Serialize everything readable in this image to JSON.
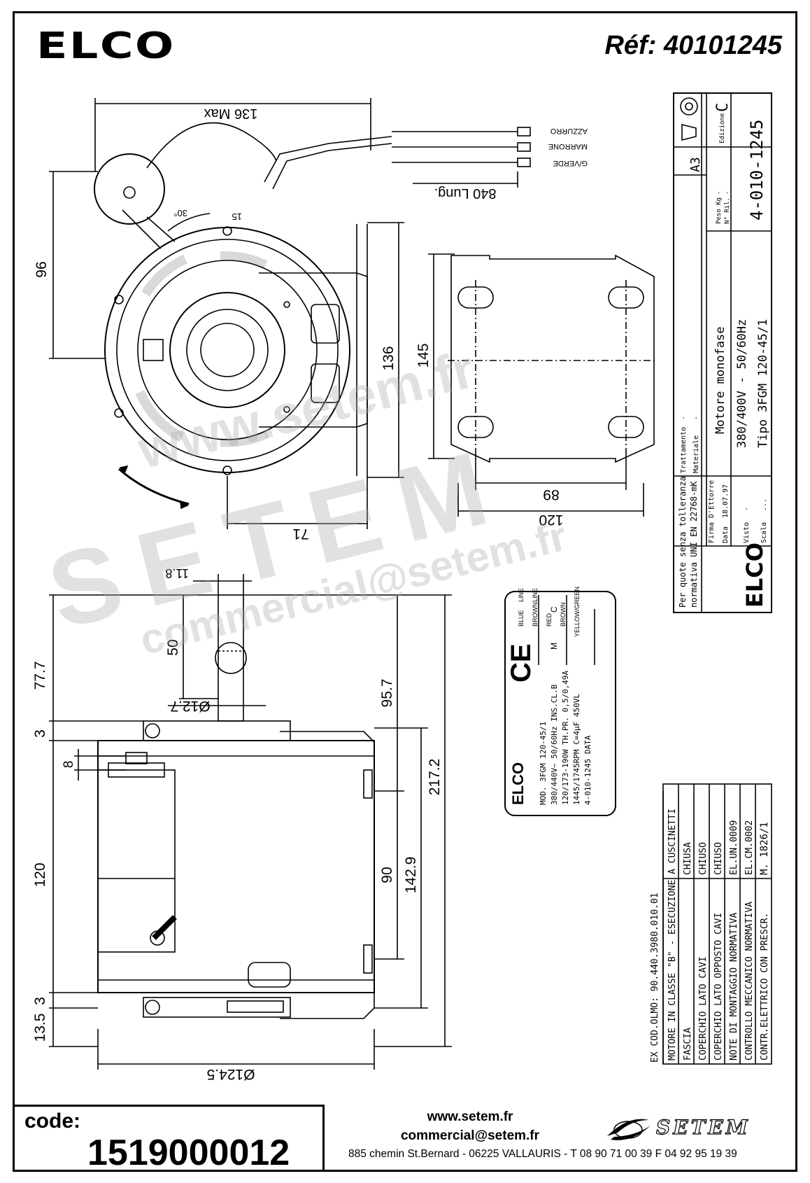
{
  "header": {
    "brand": "ELCO",
    "reference": "Réf: 40101245"
  },
  "drawing": {
    "top_view": {
      "dims": {
        "width_max": "136 Max",
        "cable_length": "840 Lung.",
        "height_left": "96",
        "height_mid": "136",
        "bracket_height": "145",
        "base_width": "71",
        "hole_spacing": "89",
        "bracket_width": "120",
        "angle": "30°",
        "offset": "15"
      },
      "wires": [
        "AZZURRO",
        "MARRONE",
        "G/VERDE"
      ]
    },
    "side_view": {
      "dims": {
        "shaft_len": "11.8",
        "flat_len": "50",
        "shaft_diam": "Ø12.7",
        "top_height": "77.7",
        "height_95": "95.7",
        "total_height": "217.2",
        "gap_top": "3",
        "gap_8": "8",
        "body": "120",
        "mount": "90",
        "body_height": "142.9",
        "gap_bottom": "3",
        "bottom": "13.5",
        "diameter": "Ø124.5"
      }
    },
    "label_plate": {
      "brand": "ELCO",
      "mark": "CE",
      "lines": [
        "MOD. 3FGM 120-45/1",
        "380/440V~  50/60Hz   INS.CL.B",
        "120/173-190W  TH.PR. 0,5/0,49A",
        "1445/1745RPM    C=4μF   450VL",
        "4-010-1245              DATA"
      ],
      "wiring": [
        "BLUE",
        "LINE",
        "BROWN",
        "LINE",
        "RED",
        "BROWN",
        "YELLOW/GREEN",
        "M",
        "C"
      ]
    },
    "title_block": {
      "tolerance_note": "Per quote senza tolleranza",
      "norm": "normativa UNI EN 22768-mK",
      "trattamento_label": "Trattamento",
      "trattamento_value": "-",
      "materiale_label": "Materiale",
      "materiale_value": "-",
      "firma_label": "Firma",
      "firma_value": "D'Ettorre",
      "data_label": "Data",
      "data_value": "18.07.97",
      "visto_label": "Visto",
      "visto_value": "-",
      "scala_label": "Scala",
      "scala_value": "...",
      "description": "Motore monofase",
      "voltage": "380/400V  -  50/60Hz",
      "type": "Tipo 3FGM 120-45/1",
      "peso_label": "Peso Kg",
      "peso_value": "-",
      "nril_label": "N° Ril.",
      "nril_value": "-",
      "drawing_no": "4-010-1245",
      "format": "A3",
      "edition_label": "Edizione",
      "edition_value": "C",
      "brand": "ELCO"
    },
    "spec_table": {
      "ex_code": "EX COD.OLMO:  90.440.3980.010.01",
      "rows": [
        [
          "MOTORE IN CLASSE \"B\" - ESECUZIONE A CUSCINETTI",
          ""
        ],
        [
          "FASCIA",
          "CHIUSA"
        ],
        [
          "COPERCHIO LATO CAVI",
          "CHIUSO"
        ],
        [
          "COPERCHIO LATO OPPOSTO CAVI",
          "CHIUSO"
        ],
        [
          "NOTE DI MONTAGGIO NORMATIVA",
          "EL.UN.0009"
        ],
        [
          "CONTROLLO MECCANICO NORMATIVA",
          "EL.CM.0002"
        ],
        [
          "CONTR.ELETTRICO CON PRESCR.",
          "M. 1826/1"
        ]
      ]
    },
    "watermarks": [
      "www.setem.fr",
      "SETEM",
      "commercial@setem.fr"
    ]
  },
  "footer": {
    "code_label": "code:",
    "code_value": "1519000012",
    "website": "www.setem.fr",
    "email": "commercial@setem.fr",
    "address": "885 chemin St.Bernard  -  06225 VALLAURIS  -  T 08 90 71 00 39   F 04 92 95 19 39",
    "logo_text": "SETEM"
  }
}
